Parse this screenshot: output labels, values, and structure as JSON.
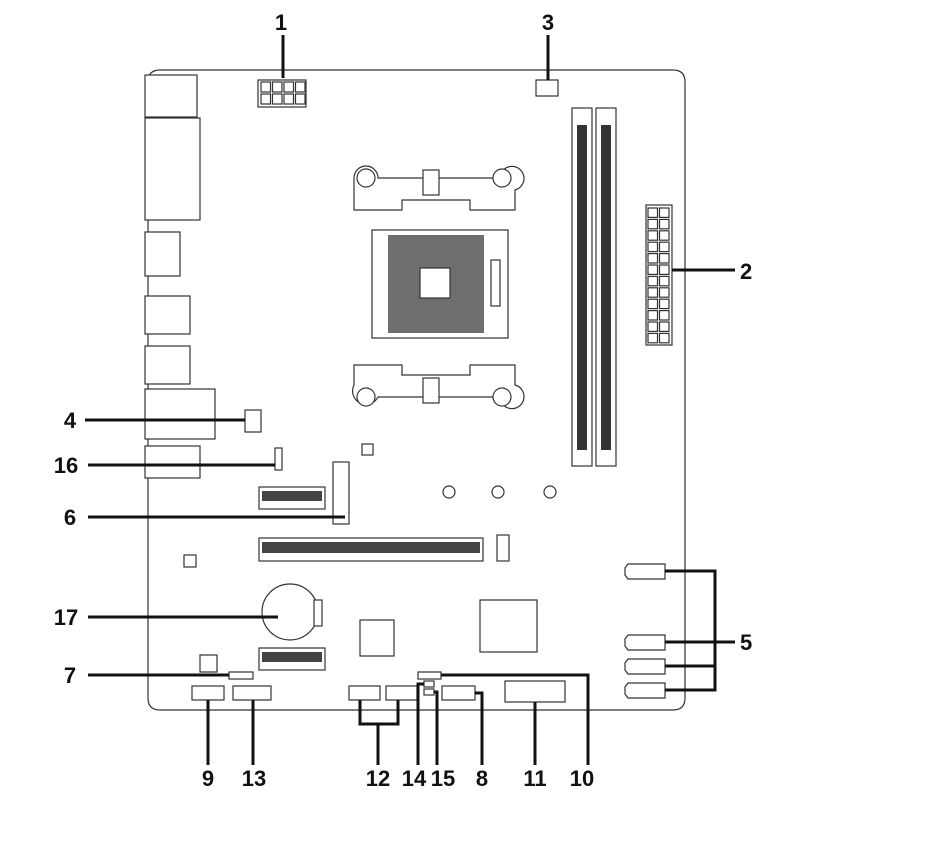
{
  "diagram": {
    "title": "Motherboard layout callouts",
    "colors": {
      "line": "#111111",
      "outline": "#333333",
      "background": "#ffffff"
    },
    "callouts": [
      {
        "label": "1"
      },
      {
        "label": "2"
      },
      {
        "label": "3"
      },
      {
        "label": "4"
      },
      {
        "label": "5"
      },
      {
        "label": "6"
      },
      {
        "label": "7"
      },
      {
        "label": "8"
      },
      {
        "label": "9"
      },
      {
        "label": "10"
      },
      {
        "label": "11"
      },
      {
        "label": "12"
      },
      {
        "label": "13"
      },
      {
        "label": "14"
      },
      {
        "label": "15"
      },
      {
        "label": "16"
      },
      {
        "label": "17"
      }
    ]
  }
}
